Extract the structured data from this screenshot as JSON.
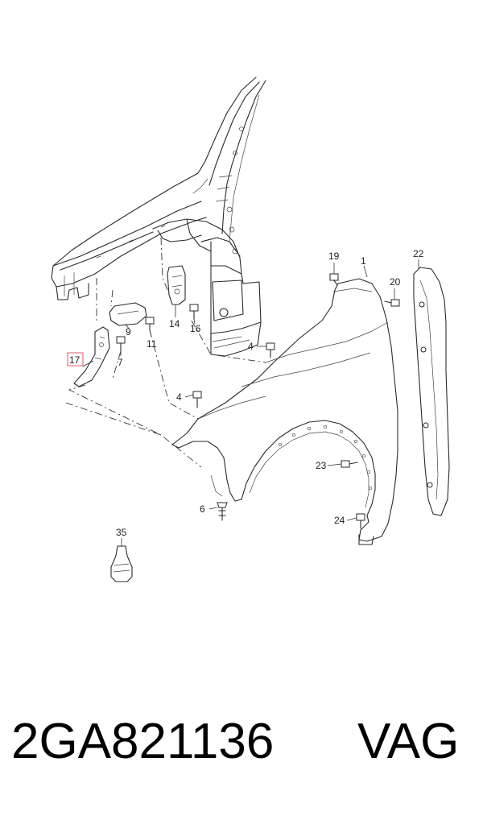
{
  "diagram": {
    "callouts": {
      "p1": "1",
      "p4a": "4",
      "p4b": "4",
      "p6": "6",
      "p7": "7",
      "p9": "9",
      "p11": "11",
      "p14": "14",
      "p16": "16",
      "p17": "17",
      "p19": "19",
      "p20": "20",
      "p22": "22",
      "p23": "23",
      "p24": "24",
      "p35": "35"
    },
    "highlight_color": "#e05a6a"
  },
  "footer": {
    "part_number": "2GA821136",
    "brand": "VAG"
  }
}
